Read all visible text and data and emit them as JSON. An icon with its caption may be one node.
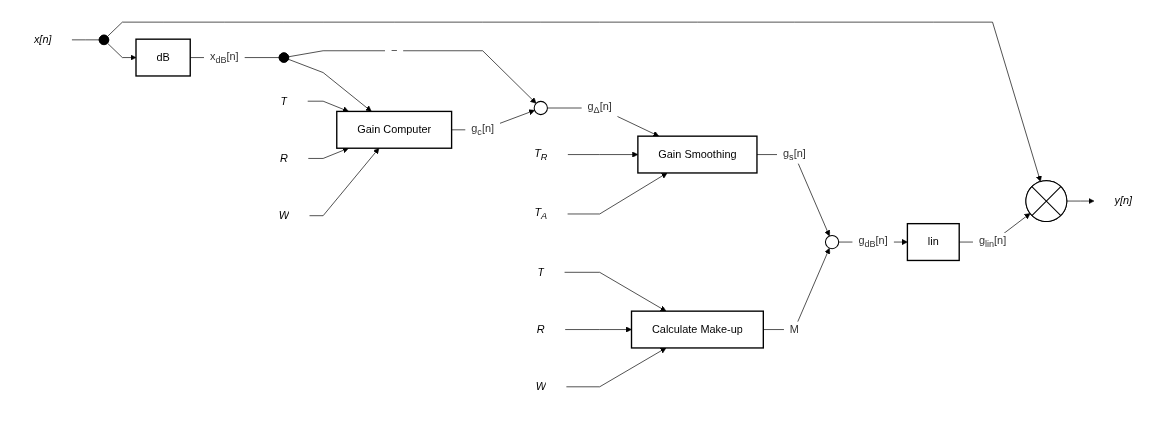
{
  "diagram": {
    "nodes": [
      {
        "text": [
          "x[n]"
        ]
      },
      {
        "text": [],
        "shape": "circle"
      },
      {
        "text": [
          "dB"
        ]
      },
      {
        "text": [],
        "shape": "circle"
      },
      {
        "text": [
          "Gain Computer"
        ]
      },
      {
        "text": [
          "T"
        ]
      },
      {
        "text": [
          "R"
        ]
      },
      {
        "text": [
          "W"
        ]
      },
      {
        "text": [],
        "shape": "circle"
      },
      {
        "text": [
          "Gain Smoothing"
        ]
      },
      {
        "text": [
          "T$_{R}$"
        ]
      },
      {
        "text": [
          "T$_{A}$"
        ]
      },
      {
        "text": [],
        "shape": "circle"
      },
      {
        "text": [
          "Calculate Make-up"
        ]
      },
      {
        "text": [
          "T"
        ]
      },
      {
        "text": [
          "R"
        ]
      },
      {
        "text": [
          "W"
        ]
      },
      {
        "text": [
          "lin"
        ]
      },
      {
        "text": [],
        "shape": "circle"
      },
      {
        "text": [
          "y[n]"
        ]
      }
    ],
    "edges": [
      {
        "from": 0,
        "to": 1,
        "arrow": "none"
      },
      {
        "from": 1,
        "to": 18,
        "arrow": "to"
      },
      {
        "from": 1,
        "to": 2,
        "arrow": "to"
      },
      {
        "from": 2,
        "to": 3,
        "arrow": "none",
        "label": "x$_{dB}$[n]"
      },
      {
        "from": 3,
        "to": 4,
        "arrow": "to"
      },
      {
        "from": 3,
        "to": 8,
        "arrow": "to",
        "label": "−"
      },
      {
        "from": 5,
        "to": 4,
        "arrow": "to"
      },
      {
        "from": 6,
        "to": 4,
        "arrow": "to"
      },
      {
        "from": 7,
        "to": 4,
        "arrow": "to"
      },
      {
        "from": 4,
        "to": 8,
        "arrow": "to",
        "label": "g$_{c}$[n]"
      },
      {
        "from": 8,
        "to": 9,
        "arrow": "to",
        "label": "g$_{Δ}$[n]"
      },
      {
        "from": 10,
        "to": 9,
        "arrow": "to"
      },
      {
        "from": 11,
        "to": 9,
        "arrow": "to"
      },
      {
        "from": 9,
        "to": 12,
        "arrow": "to",
        "label": "g$_{s}$[n]"
      },
      {
        "from": 13,
        "to": 12,
        "arrow": "to",
        "label": "M"
      },
      {
        "from": 14,
        "to": 13,
        "arrow": "to"
      },
      {
        "from": 15,
        "to": 13,
        "arrow": "to"
      },
      {
        "from": 16,
        "to": 13,
        "arrow": "to"
      },
      {
        "from": 12,
        "to": 17,
        "arrow": "to",
        "label": "g$_{dB}$[n]"
      },
      {
        "from": 17,
        "to": 18,
        "arrow": "to",
        "label": "g$_{lin}$[n]"
      },
      {
        "from": 18,
        "to": 19,
        "arrow": "to"
      }
    ]
  }
}
